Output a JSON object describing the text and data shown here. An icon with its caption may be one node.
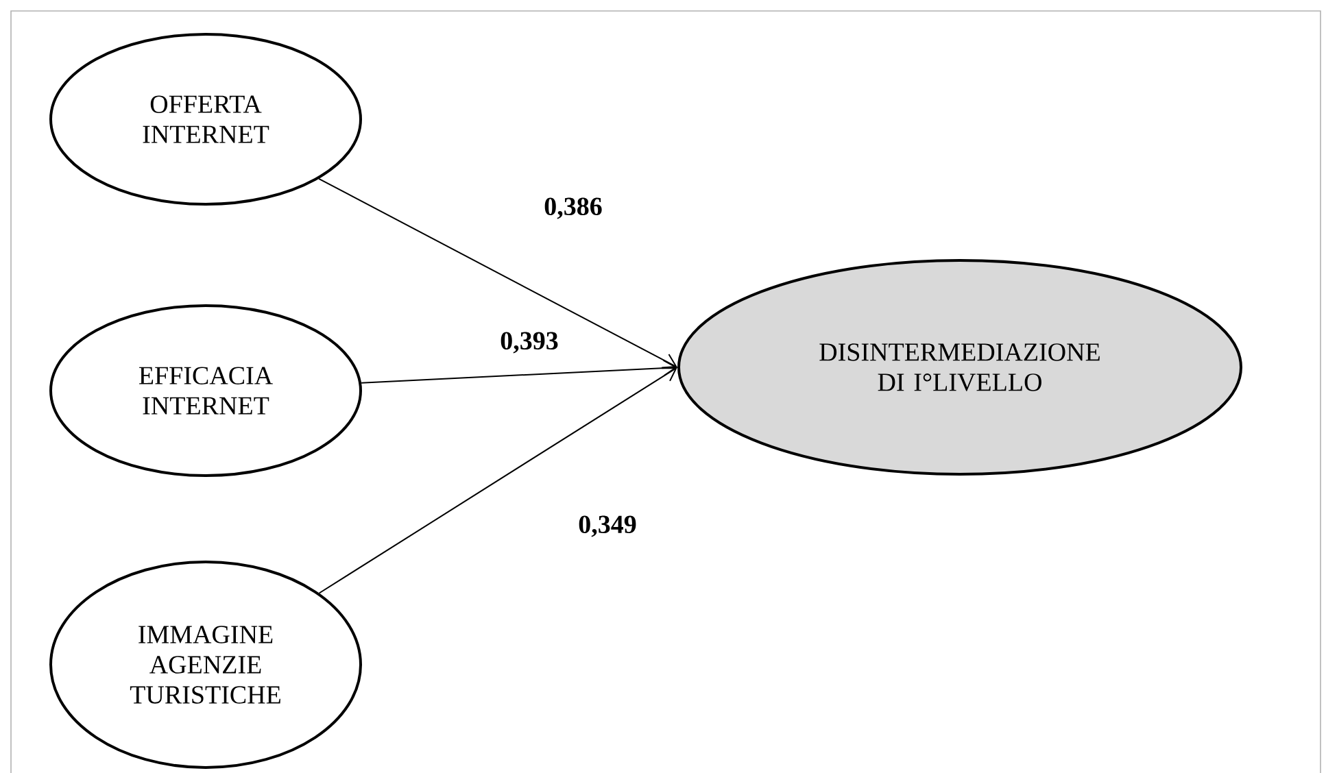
{
  "diagram": {
    "nodes": [
      {
        "text": [
          "OFFERTA INTERNET"
        ]
      },
      {
        "text": [
          "EFFICACIA INTERNET"
        ]
      },
      {
        "text": [
          "IMMAGINE AGENZIE TURISTICHE"
        ]
      },
      {
        "text": [
          "DISINTERMEDIAZIONE DI I°LIVELLO"
        ]
      }
    ],
    "edges": [
      {
        "from": 0,
        "to": 3,
        "arrow": "to",
        "label": "0,386"
      },
      {
        "from": 1,
        "to": 3,
        "arrow": "to",
        "label": "0,393"
      },
      {
        "from": 2,
        "to": 3,
        "arrow": "to",
        "label": "0,349"
      }
    ]
  }
}
